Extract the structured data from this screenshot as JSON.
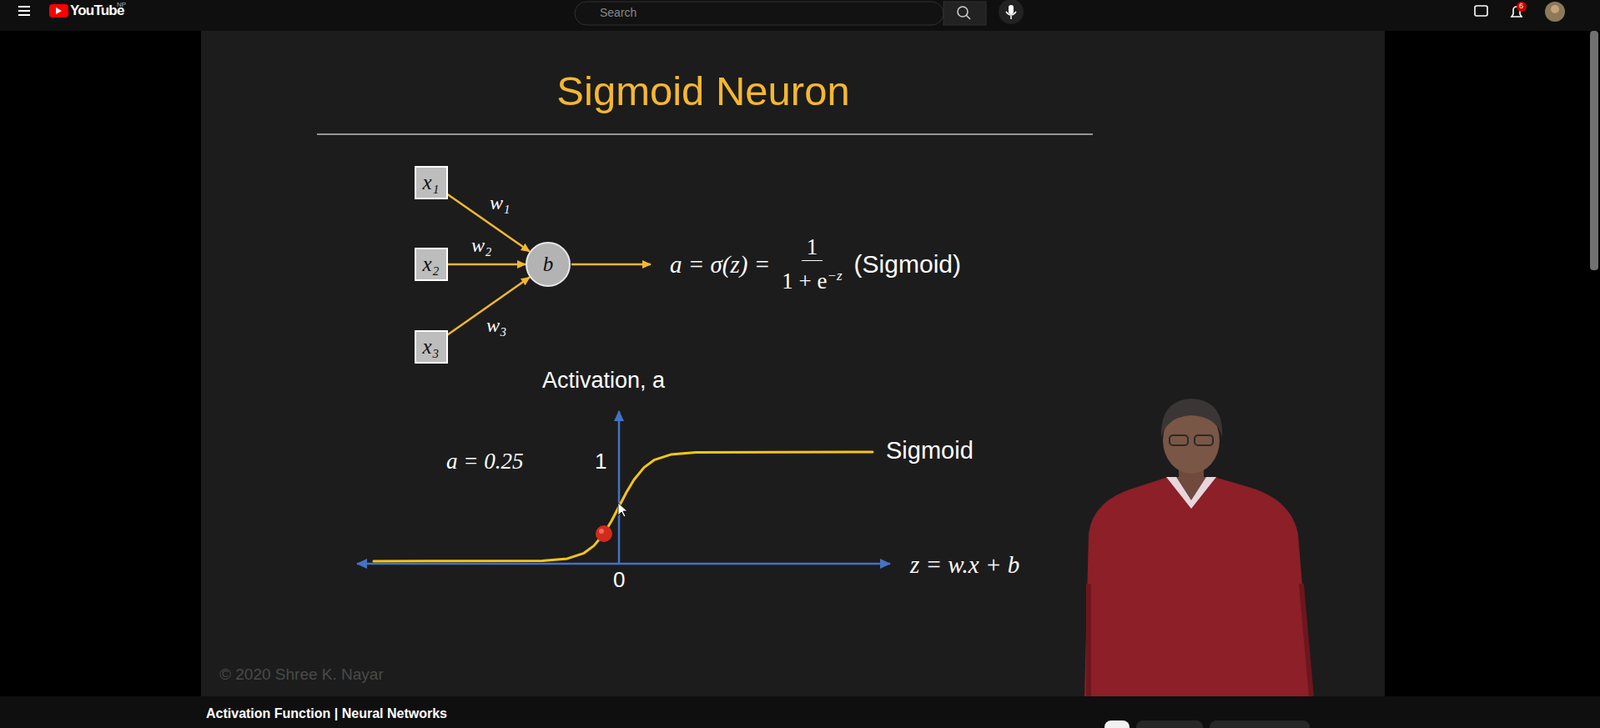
{
  "diagram": {
    "title": "Sigmoid Neuron",
    "nodes": [
      {
        "text": [
          "x₁"
        ]
      },
      {
        "text": [
          "x₂"
        ]
      },
      {
        "text": [
          "x₃"
        ]
      },
      {
        "text": [
          "b"
        ]
      }
    ],
    "edges": [
      {
        "from": 0,
        "to": 3,
        "label": "w₁",
        "arrow": "to"
      },
      {
        "from": 1,
        "to": 3,
        "label": "w₂",
        "arrow": "to"
      },
      {
        "from": 2,
        "to": 3,
        "label": "w₃",
        "arrow": "to"
      }
    ],
    "labels": [
      "YouTube",
      "NP",
      "Search",
      "6",
      "a = σ(z) =",
      "1",
      "1 + e",
      "−z",
      "(Sigmoid)",
      "Activation, a",
      "a = 0.25",
      "1",
      "Sigmoid",
      "0",
      "z = w.x + b",
      "© 2020 Shree K. Nayar",
      "Activation Function | Neural Networks"
    ]
  }
}
